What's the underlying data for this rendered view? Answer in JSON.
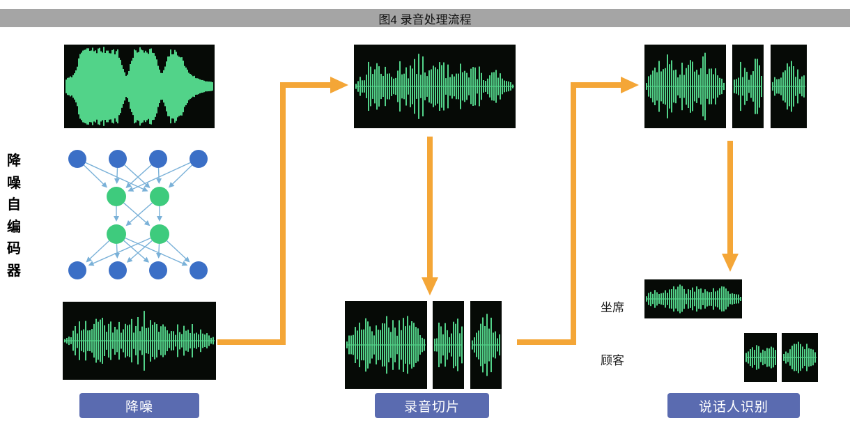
{
  "title": "图4 录音处理流程",
  "side_label": "降噪自编码器",
  "buttons": {
    "denoise": "降噪",
    "slicing": "录音切片",
    "speaker_id": "说话人识别"
  },
  "speakers": {
    "agent": "坐席",
    "customer": "顾客"
  },
  "icons": {
    "flow_arrow": "right-angle-orange-arrow",
    "waveform": "audio-waveform-thumbnail",
    "network": "autoencoder-node-graph"
  },
  "colors": {
    "page_bg": "#ffffff",
    "banner_bg": "#a5a5a5",
    "title_text": "#111111",
    "arrow": "#f4a637",
    "button_bg": "#5a6bb0",
    "button_text": "#ffffff",
    "waveform_green": "#52d389",
    "waveform_bg": "#060a06",
    "node_blue": "#3b6fc6",
    "node_green": "#3ecb7d",
    "net_edge": "#7ab1d8"
  }
}
